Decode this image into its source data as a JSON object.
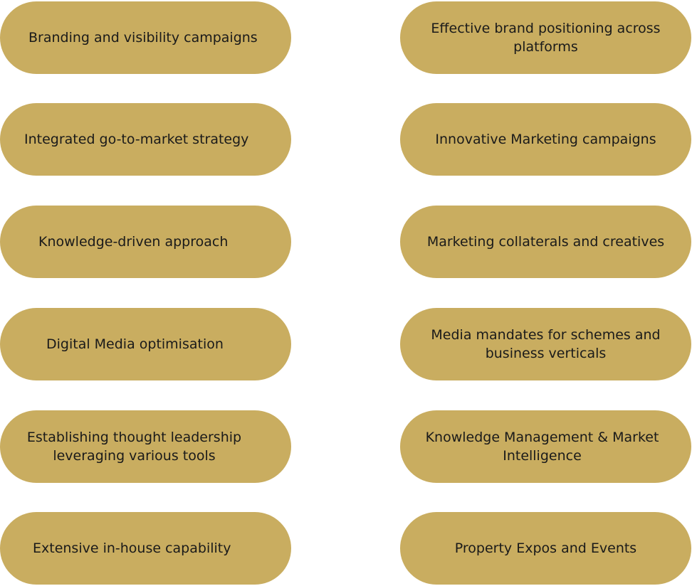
{
  "left_column": {
    "items": [
      {
        "label": "Branding and visibility campaigns"
      },
      {
        "label": "Integrated go-to-market strategy"
      },
      {
        "label": "Knowledge-driven approach"
      },
      {
        "label": "Digital Media optimisation"
      },
      {
        "label": "Establishing thought leadership leveraging various tools"
      },
      {
        "label": "Extensive in-house capability"
      }
    ]
  },
  "right_column": {
    "items": [
      {
        "label": "Effective brand positioning across platforms"
      },
      {
        "label": "Innovative Marketing campaigns"
      },
      {
        "label": "Marketing collaterals and creatives"
      },
      {
        "label": "Media mandates for schemes and business verticals"
      },
      {
        "label": "Knowledge Management & Market Intelligence"
      },
      {
        "label": "Property Expos and Events"
      }
    ]
  },
  "colors": {
    "pill_fill": "#c9ad60",
    "text": "#1a1a1a",
    "background": "#ffffff"
  }
}
